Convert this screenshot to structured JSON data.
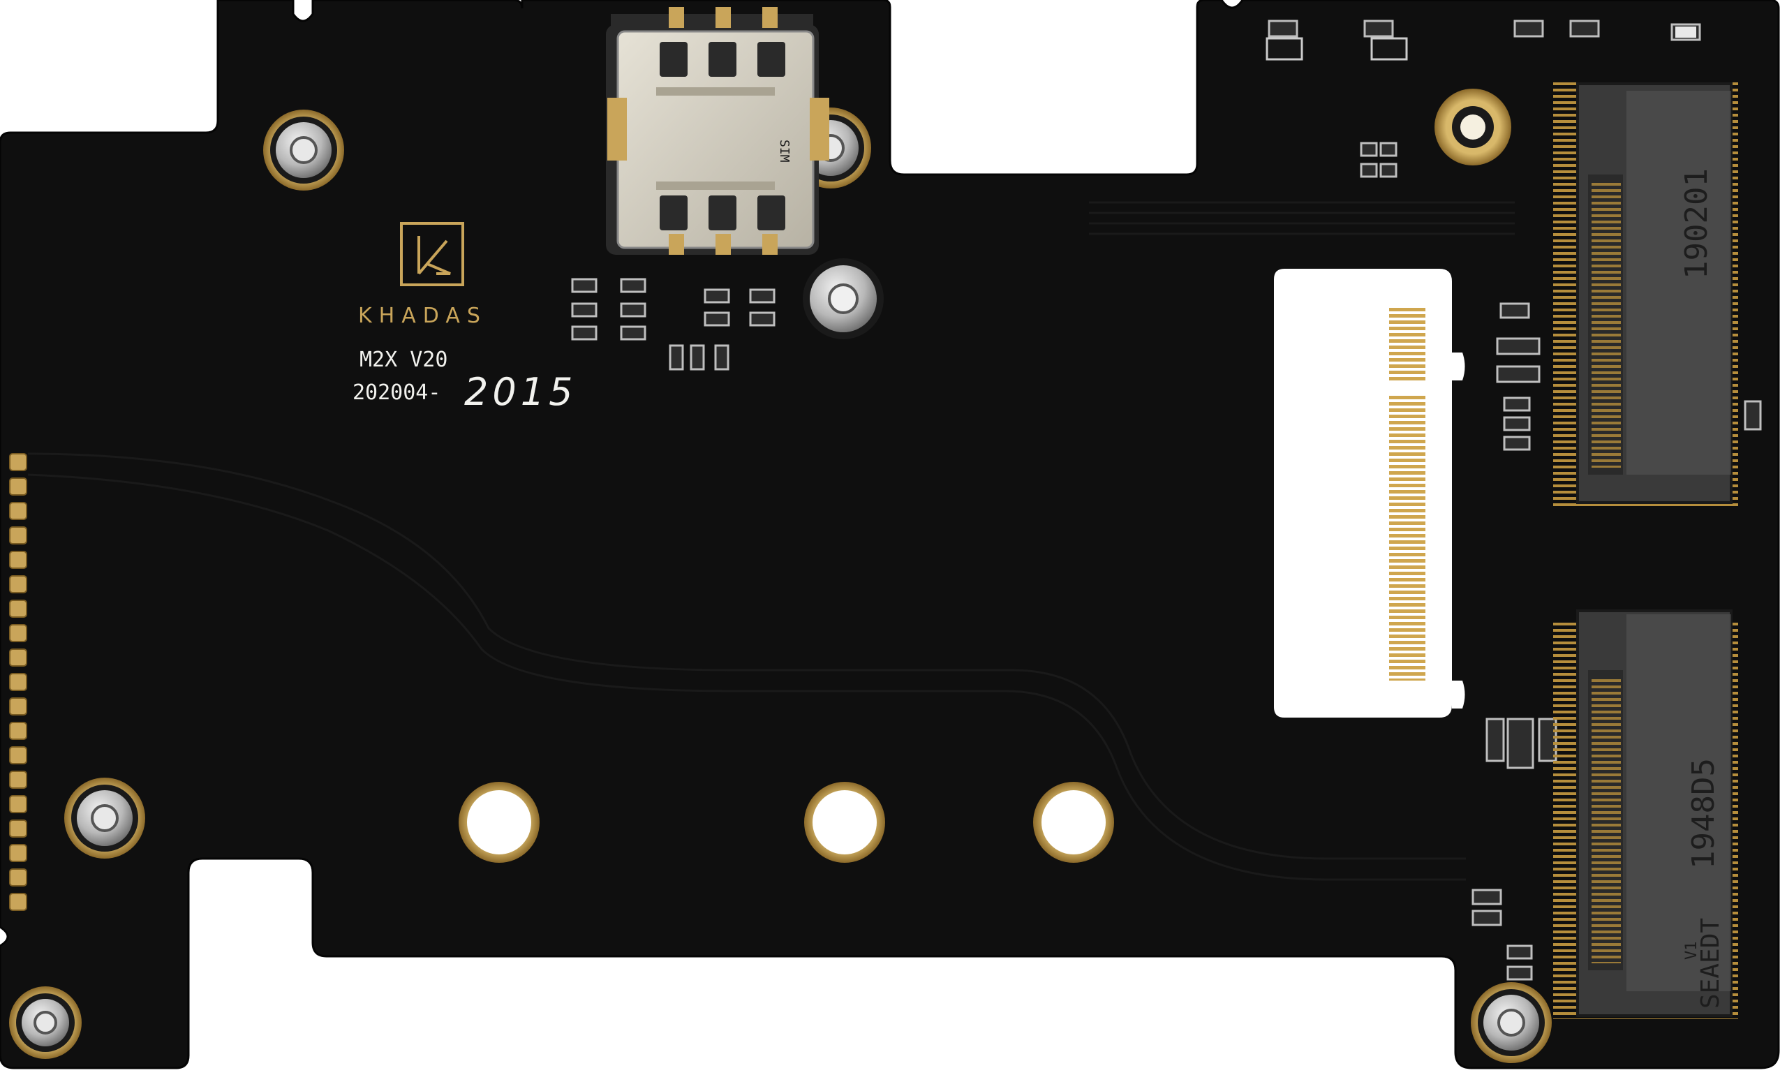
{
  "board": {
    "logo_text": "KHADAS",
    "logo_mark": "K",
    "model_label": "M2X V20",
    "date_prefix": "202004-",
    "date_handwritten": "2015",
    "sim_label": "SIM"
  },
  "connectors": {
    "top_code": "190201",
    "bottom_code": "1948D5",
    "bottom_brand": "SEAEDT",
    "pin_mark": "V1"
  },
  "colors": {
    "pcb": "#0f0f0f",
    "silkscreen": "#f2f2ee",
    "gold": "#c9a55a",
    "connector_body": "#3a3a3a",
    "metal": "#c8c8c8"
  },
  "icons": {
    "logo": "khadas-k-logo",
    "sim_slot": "sim-card-slot-icon",
    "holes": "mounting-hole-icon"
  }
}
